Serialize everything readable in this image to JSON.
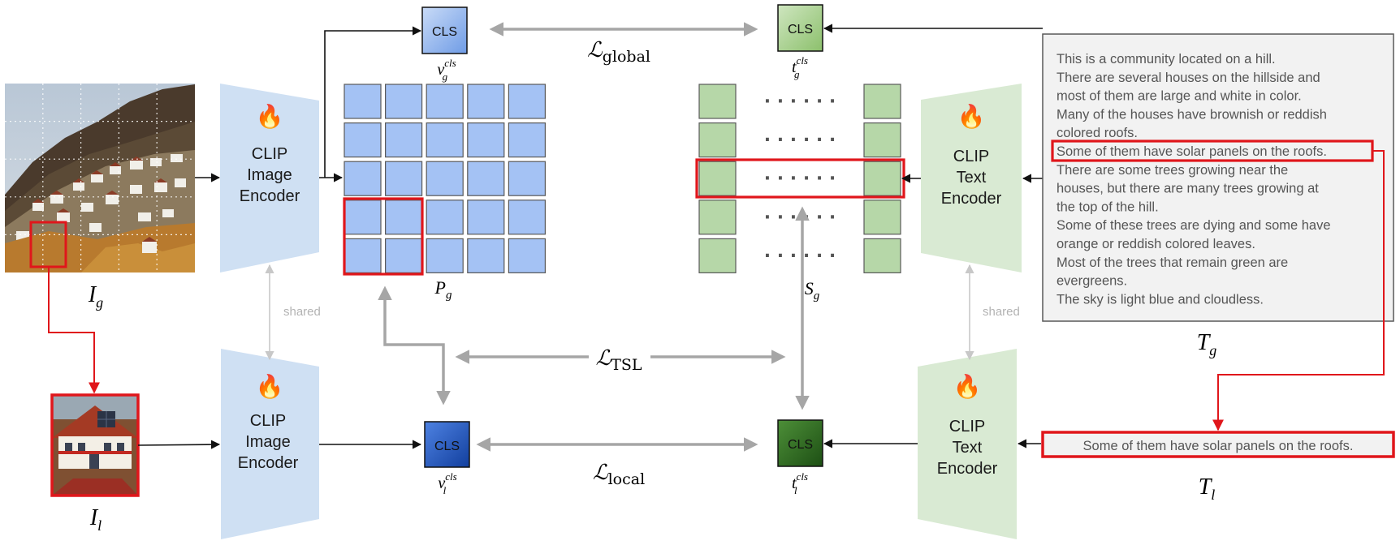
{
  "colors": {
    "blue_patch": "#a4c2f4",
    "blue_cls_global": "#8fb3ec",
    "blue_cls_local": "#1f56c8",
    "green_patch": "#b6d7a8",
    "green_cls_global": "#a9d08e",
    "green_cls_local": "#2d6a1f",
    "encoder_blue": "#cfe0f3",
    "encoder_green": "#d9ead3",
    "highlight_red": "#e0161b",
    "arrow_gray": "#a6a6a6",
    "text_gray": "#555555"
  },
  "labels": {
    "cls": "CLS",
    "shared": "shared",
    "image_encoder": [
      "CLIP",
      "Image",
      "Encoder"
    ],
    "text_encoder": [
      "CLIP",
      "Text",
      "Encoder"
    ],
    "fire_icon": "🔥",
    "dots": "· · · · · ·"
  },
  "math": {
    "I_g": {
      "base": "I",
      "sub": "g"
    },
    "I_l": {
      "base": "I",
      "sub": "l"
    },
    "P_g": {
      "base": "P",
      "sub": "g"
    },
    "S_g": {
      "base": "S",
      "sub": "g"
    },
    "T_g": {
      "base": "T",
      "sub": "g"
    },
    "T_l": {
      "base": "T",
      "sub": "l"
    },
    "v_g": {
      "base": "v",
      "sup": "cls",
      "sub": "g"
    },
    "v_l": {
      "base": "v",
      "sup": "cls",
      "sub": "l"
    },
    "t_g": {
      "base": "t",
      "sup": "cls",
      "sub": "g"
    },
    "t_l": {
      "base": "t",
      "sup": "cls",
      "sub": "l"
    },
    "L_global": {
      "base": "ℒ",
      "sub": "global"
    },
    "L_tsl": {
      "base": "ℒ",
      "sub": "TSL"
    },
    "L_local": {
      "base": "ℒ",
      "sub": "local"
    }
  },
  "global_caption": [
    "This is a community located on a hill.",
    "There are several houses on the hillside and",
    "most of them are large and white in color.",
    "Many of the houses have brownish or reddish",
    "colored roofs.",
    "Some of them have solar panels on the roofs.",
    "There are some trees growing near the",
    "houses, but there are many trees growing at",
    "the top of the hill.",
    "Some of these trees are dying and some have",
    "orange or reddish colored leaves.",
    "Most of the trees that remain green are",
    "evergreens.",
    "The sky is light blue and cloudless."
  ],
  "local_caption": "Some of them have solar panels on the roofs."
}
